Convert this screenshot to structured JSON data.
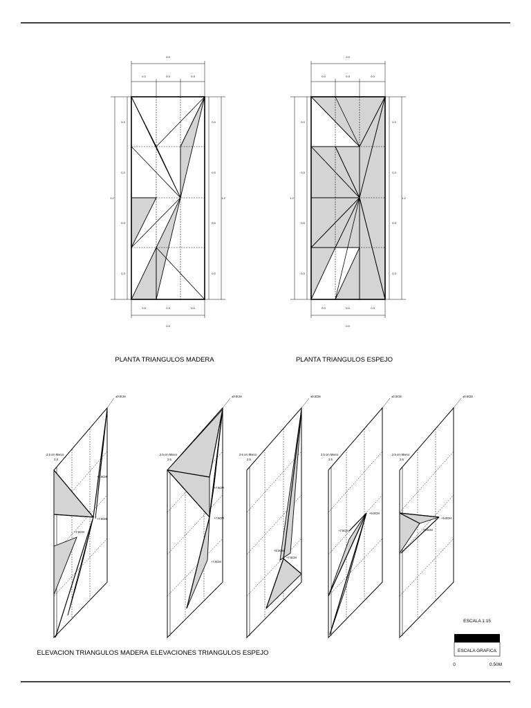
{
  "plans": [
    {
      "title": "PLANTA TRIANGULOS MADERA",
      "dims": {
        "total_w": "0.9",
        "module_w": "0.3",
        "module_h": "0.3",
        "total_h": "1.2"
      }
    },
    {
      "title": "PLANTA TRIANGULOS ESPEJO",
      "dims": {
        "total_w": "0.9",
        "module_w": "0.3",
        "module_h": "0.3",
        "total_h": "1.2"
      }
    }
  ],
  "elevations": {
    "madera_title": "ELEVACION TRIANGULOS MADERA",
    "espejo_title": "ELEVACIONES TRIANGULOS ESPEJO",
    "panels": [
      {
        "top_level": "±0.0CM",
        "frame_label": "2.5 cm Marco",
        "frame_dim": "2.5",
        "levels": [
          "+7.5CM",
          "+7.5CM",
          "+7.5CM"
        ]
      },
      {
        "top_level": "±0.0CM",
        "frame_label": "2.5 cm Marco",
        "frame_dim": "2.5",
        "levels": [
          "+7.5CM",
          "+7.5CM",
          "+7.5CM"
        ]
      },
      {
        "top_level": "±0.0CM",
        "frame_label": "2.5 cm Marco",
        "frame_dim": "2.5",
        "levels": [
          "+5.0CM",
          "+7.5CM"
        ]
      },
      {
        "top_level": "±0.0CM",
        "frame_label": "2.5 cm Marco",
        "frame_dim": "2.5",
        "levels": [
          "+5.0CM",
          "+7.5CM"
        ]
      },
      {
        "top_level": "±0.0CM",
        "frame_label": "2.5 cm Marco",
        "frame_dim": "2.5",
        "levels": [
          "+5.0CM",
          "+5.0CM"
        ]
      }
    ]
  },
  "scale": {
    "title": "ESCALA 1:15",
    "label": "ESCALA GRAFICA",
    "start": "0",
    "end": "0.50M"
  },
  "colors": {
    "fill": "#d4d4d4",
    "line": "#000000",
    "paper": "#ffffff"
  }
}
